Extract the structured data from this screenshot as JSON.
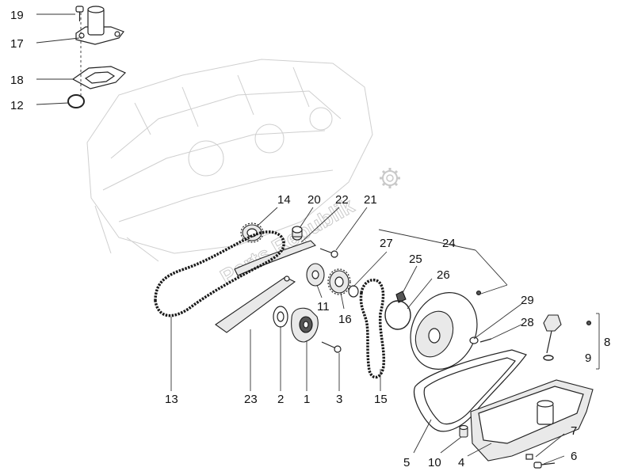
{
  "watermark": "Parts Republik",
  "callouts": [
    {
      "id": "19",
      "label": "19"
    },
    {
      "id": "17",
      "label": "17"
    },
    {
      "id": "18",
      "label": "18"
    },
    {
      "id": "12",
      "label": "12"
    },
    {
      "id": "14",
      "label": "14"
    },
    {
      "id": "20",
      "label": "20"
    },
    {
      "id": "22",
      "label": "22"
    },
    {
      "id": "21",
      "label": "21"
    },
    {
      "id": "27",
      "label": "27"
    },
    {
      "id": "24",
      "label": "24"
    },
    {
      "id": "25",
      "label": "25"
    },
    {
      "id": "26",
      "label": "26"
    },
    {
      "id": "11",
      "label": "11"
    },
    {
      "id": "16",
      "label": "16"
    },
    {
      "id": "29",
      "label": "29"
    },
    {
      "id": "28",
      "label": "28"
    },
    {
      "id": "8",
      "label": "8"
    },
    {
      "id": "9",
      "label": "9"
    },
    {
      "id": "13",
      "label": "13"
    },
    {
      "id": "23",
      "label": "23"
    },
    {
      "id": "2",
      "label": "2"
    },
    {
      "id": "1",
      "label": "1"
    },
    {
      "id": "3",
      "label": "3"
    },
    {
      "id": "15",
      "label": "15"
    },
    {
      "id": "7",
      "label": "7"
    },
    {
      "id": "6",
      "label": "6"
    },
    {
      "id": "5",
      "label": "5"
    },
    {
      "id": "10",
      "label": "10"
    },
    {
      "id": "4",
      "label": "4"
    }
  ]
}
